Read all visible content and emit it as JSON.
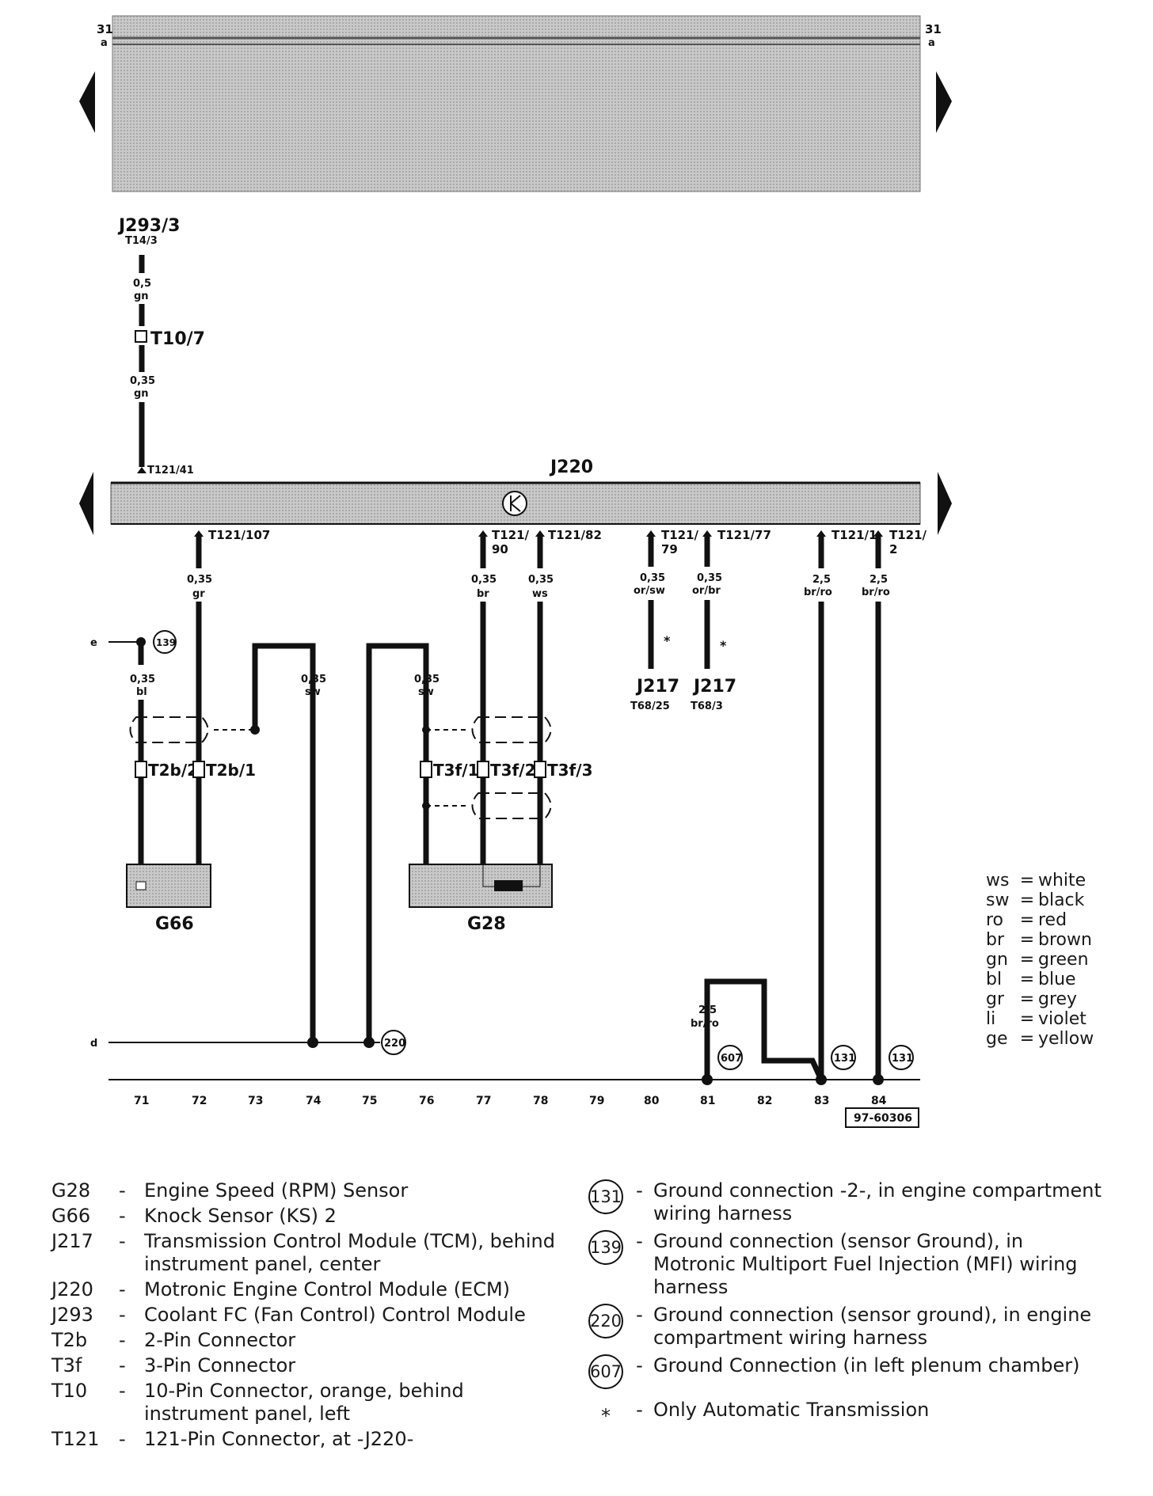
{
  "top_bus": {
    "left_ref": "31",
    "left_sub": "a",
    "right_ref": "31",
    "right_sub": "a"
  },
  "j293": {
    "name": "J293/3",
    "pin": "T14/3"
  },
  "wire_top_1": {
    "gauge": "0,5",
    "color": "gn"
  },
  "t10": {
    "label": "T10/7"
  },
  "wire_top_2": {
    "gauge": "0,35",
    "color": "gn"
  },
  "j220_bus": {
    "name": "J220",
    "pin_in": "T121/41"
  },
  "pins": {
    "p107": "T121/107",
    "p90a": "T121/",
    "p90b": "90",
    "p82": "T121/82",
    "p79a": "T121/",
    "p79b": "79",
    "p77": "T121/77",
    "p1": "T121/1",
    "p2a": "T121/",
    "p2b": "2"
  },
  "wires": {
    "w72": {
      "gauge": "0,35",
      "color": "gr"
    },
    "w77": {
      "gauge": "0,35",
      "color": "br"
    },
    "w78": {
      "gauge": "0,35",
      "color": "ws"
    },
    "w80": {
      "gauge": "0,35",
      "color": "or/sw"
    },
    "w81": {
      "gauge": "0,35",
      "color": "or/br"
    },
    "w83": {
      "gauge": "2,5",
      "color": "br/ro"
    },
    "w84": {
      "gauge": "2,5",
      "color": "br/ro"
    },
    "w71": {
      "gauge": "0,35",
      "color": "bl"
    },
    "w74": {
      "gauge": "0,35",
      "color": "sw"
    },
    "w76": {
      "gauge": "0,35",
      "color": "sw"
    },
    "w81b": {
      "gauge": "2,5",
      "color": "br/ro"
    }
  },
  "j217_a": {
    "name": "J217",
    "pin": "T68/25",
    "mark": "*"
  },
  "j217_b": {
    "name": "J217",
    "pin": "T68/3",
    "mark": "*"
  },
  "refs": {
    "e": "e",
    "d": "d"
  },
  "grounds": {
    "g139": "139",
    "g220": "220",
    "g607": "607",
    "g131a": "131",
    "g131b": "131"
  },
  "connectors": {
    "t2b2": "T2b/2",
    "t2b1": "T2b/1",
    "t3f1": "T3f/1",
    "t3f2": "T3f/2",
    "t3f3": "T3f/3"
  },
  "components": {
    "g66": "G66",
    "g28": "G28"
  },
  "tracks": [
    "71",
    "72",
    "73",
    "74",
    "75",
    "76",
    "77",
    "78",
    "79",
    "80",
    "81",
    "82",
    "83",
    "84"
  ],
  "doc_number": "97-60306",
  "color_codes": [
    {
      "abbr": "ws",
      "name": "white"
    },
    {
      "abbr": "sw",
      "name": "black"
    },
    {
      "abbr": "ro",
      "name": "red"
    },
    {
      "abbr": "br",
      "name": "brown"
    },
    {
      "abbr": "gn",
      "name": "green"
    },
    {
      "abbr": "bl",
      "name": "blue"
    },
    {
      "abbr": "gr",
      "name": "grey"
    },
    {
      "abbr": "li",
      "name": "violet"
    },
    {
      "abbr": "ge",
      "name": "yellow"
    }
  ],
  "legend_components": [
    {
      "code": "G28",
      "desc": "Engine Speed (RPM) Sensor"
    },
    {
      "code": "G66",
      "desc": "Knock Sensor (KS) 2"
    },
    {
      "code": "J217",
      "desc": "Transmission Control Module (TCM), behind instrument panel, center"
    },
    {
      "code": "J220",
      "desc": "Motronic Engine Control Module (ECM)"
    },
    {
      "code": "J293",
      "desc": "Coolant FC (Fan Control) Control Module"
    },
    {
      "code": "T2b",
      "desc": "2-Pin Connector"
    },
    {
      "code": "T3f",
      "desc": "3-Pin Connector"
    },
    {
      "code": "T10",
      "desc": "10-Pin Connector, orange, behind instrument panel, left"
    },
    {
      "code": "T121",
      "desc": "121-Pin Connector, at -J220-"
    }
  ],
  "legend_grounds": [
    {
      "num": "131",
      "desc": "Ground connection -2-, in engine compartment wiring harness"
    },
    {
      "num": "139",
      "desc": "Ground connection (sensor Ground), in Motronic Multiport Fuel Injection (MFI) wiring harness"
    },
    {
      "num": "220",
      "desc": "Ground connection (sensor ground), in engine compartment wiring harness"
    },
    {
      "num": "607",
      "desc": "Ground Connection (in left plenum chamber)"
    }
  ],
  "legend_note": {
    "sym": "*",
    "desc": "Only Automatic Transmission"
  },
  "legend_dash": "-"
}
